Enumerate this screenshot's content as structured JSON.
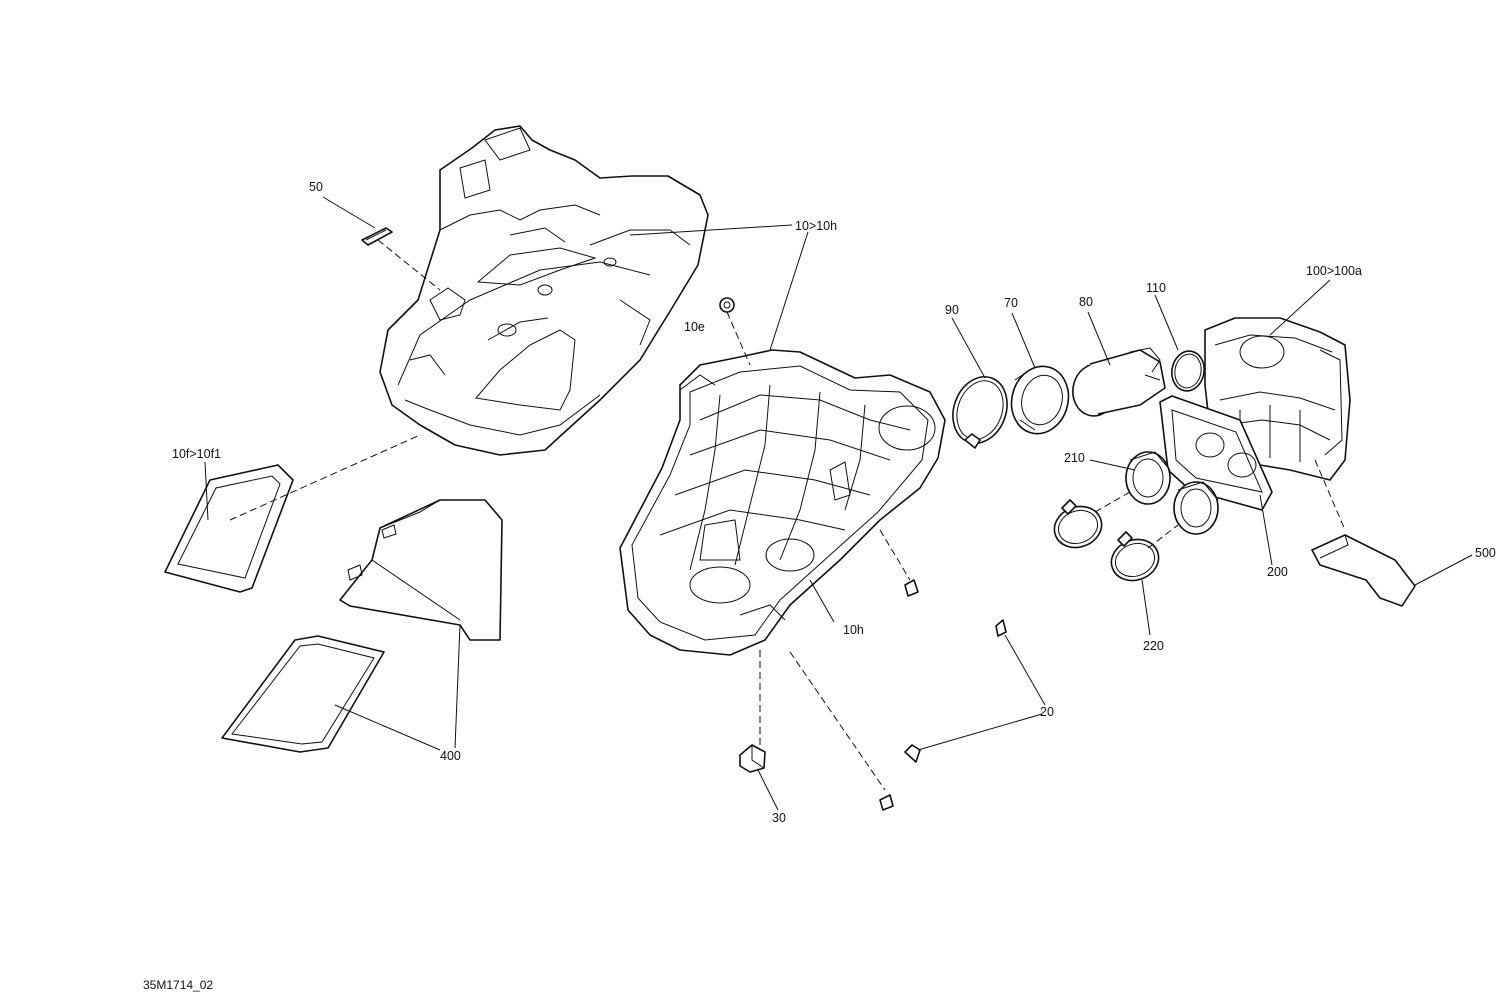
{
  "figure_ref": "35M1714_02",
  "callouts": [
    {
      "id": "c50",
      "label": "50"
    },
    {
      "id": "c10-10h",
      "label": "10>10h"
    },
    {
      "id": "c10e",
      "label": "10e"
    },
    {
      "id": "c10f-10f1",
      "label": "10f>10f1"
    },
    {
      "id": "c10h",
      "label": "10h"
    },
    {
      "id": "c90",
      "label": "90"
    },
    {
      "id": "c70",
      "label": "70"
    },
    {
      "id": "c80",
      "label": "80"
    },
    {
      "id": "c110",
      "label": "110"
    },
    {
      "id": "c100-100a",
      "label": "100>100a"
    },
    {
      "id": "c210",
      "label": "210"
    },
    {
      "id": "c200",
      "label": "200"
    },
    {
      "id": "c500",
      "label": "500"
    },
    {
      "id": "c220",
      "label": "220"
    },
    {
      "id": "c20",
      "label": "20"
    },
    {
      "id": "c400",
      "label": "400"
    },
    {
      "id": "c30",
      "label": "30"
    }
  ]
}
